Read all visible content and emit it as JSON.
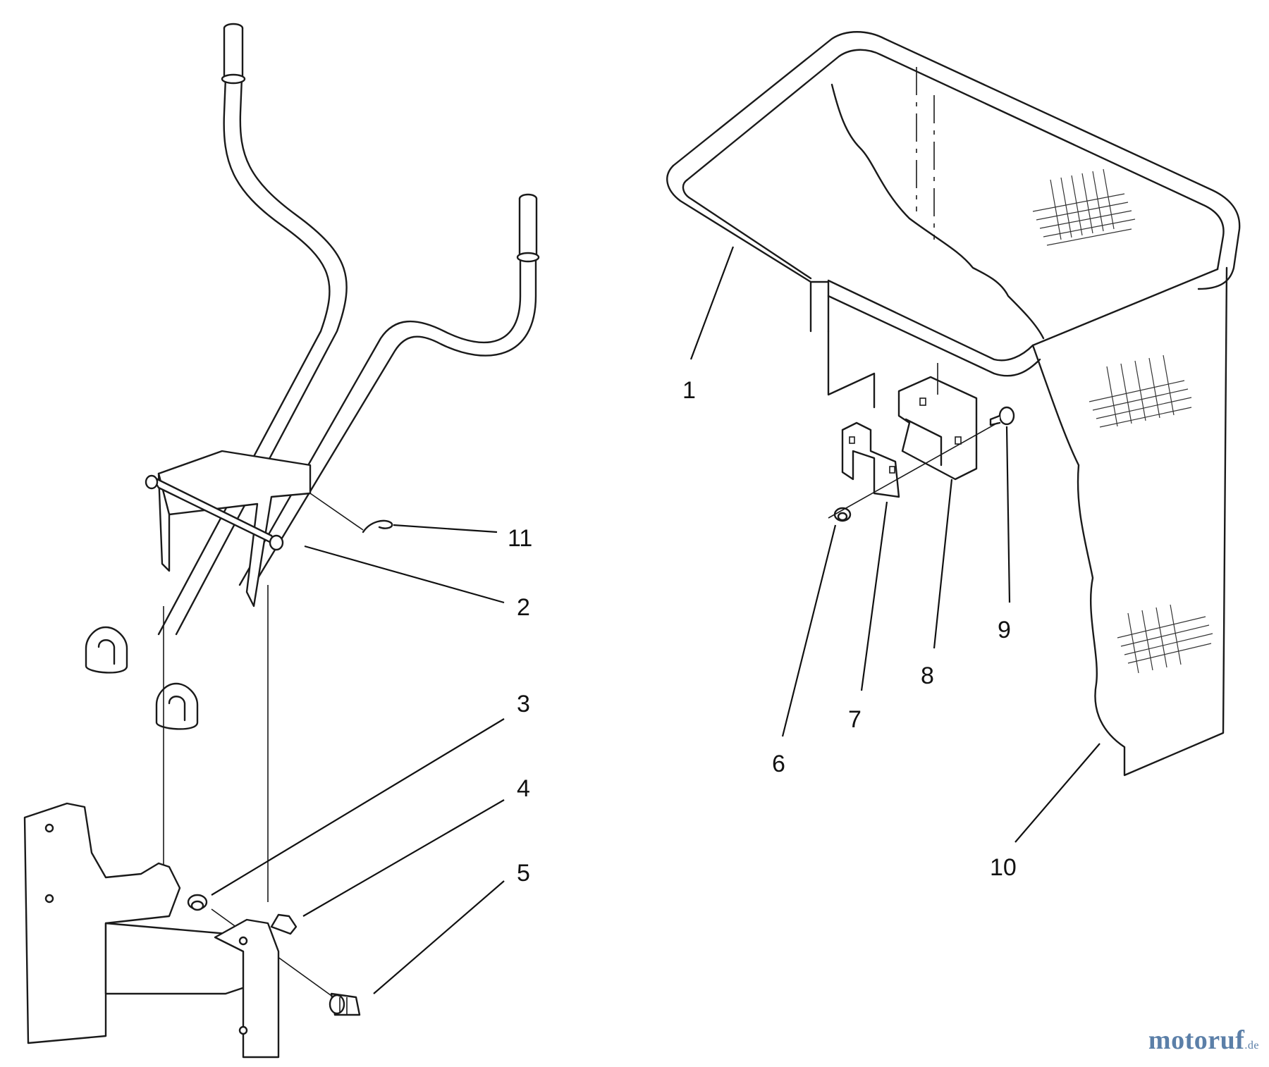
{
  "callouts": [
    "1",
    "2",
    "3",
    "4",
    "5",
    "6",
    "7",
    "8",
    "9",
    "10",
    "11"
  ],
  "watermark": {
    "name": "motoruf",
    "suffix": ".de"
  },
  "colors": {
    "line": "#1a1a1a",
    "background": "#ffffff",
    "watermark": "#5b7fa8"
  }
}
